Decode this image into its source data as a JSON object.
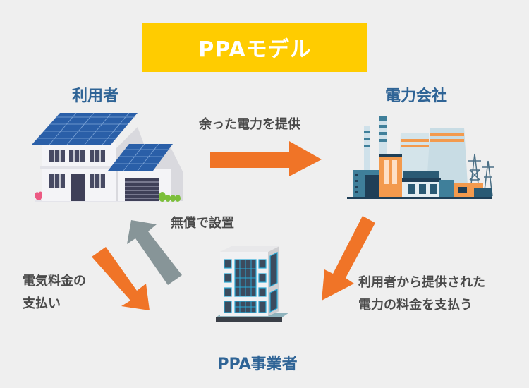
{
  "title": "PPAモデル",
  "nodes": {
    "user": {
      "label": "利用者",
      "icon": "house-with-solar-panels-icon"
    },
    "power_company": {
      "label": "電力会社",
      "icon": "power-plant-icon"
    },
    "ppa_provider": {
      "label": "PPA事業者",
      "icon": "office-building-icon"
    }
  },
  "edges": {
    "user_to_power_company": {
      "label": "余った電力を提供",
      "color": "#f07427"
    },
    "ppa_to_user": {
      "label": "無償で設置",
      "color": "#879598"
    },
    "user_to_ppa": {
      "label_line1": "電気料金の",
      "label_line2": "支払い",
      "color": "#f07427"
    },
    "power_company_to_ppa": {
      "label_line1": "利用者から提供された",
      "label_line2": "電力の料金を支払う",
      "color": "#f07427"
    }
  },
  "colors": {
    "background": "#efefef",
    "title_bg": "#ffcc00",
    "node_label": "#2f6496",
    "edge_label": "#4a4a4a"
  }
}
